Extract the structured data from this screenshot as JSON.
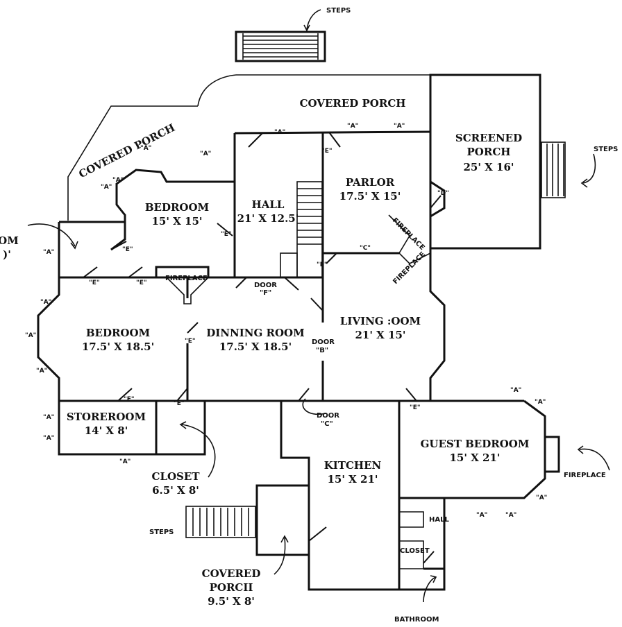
{
  "labels": {
    "steps_top": "STEPS",
    "steps_right": "STEPS",
    "steps_left": "STEPS",
    "covered_porch_top": "COVERED PORCH",
    "covered_porch_diag": "COVERED PORCH",
    "screened_porch_1": "SCREENED",
    "screened_porch_2": "PORCH",
    "screened_porch_dim": "25' X 16'",
    "parlor": "PARLOR",
    "parlor_dim": "17.5' X 15'",
    "hall": "HALL",
    "hall_dim": "21' X 12.5'",
    "bedroom1": "BEDROOM",
    "bedroom1_dim": "15' X 15'",
    "bedroom2": "BEDROOM",
    "bedroom2_dim": "17.5' X 18.5'",
    "dinning": "DINNING ROOM",
    "dinning_dim": "17.5' X 18.5'",
    "living": "LIVING :OOM",
    "living_dim": "21' X 15'",
    "storeroom": "STOREROOM",
    "storeroom_dim": "14' X 8'",
    "closet": "CLOSET",
    "closet_dim": "6.5' X 8'",
    "kitchen": "KITCHEN",
    "kitchen_dim": "15' X 21'",
    "guest": "GUEST BEDROOM",
    "guest_dim": "15' X 21'",
    "fireplace_right": "FIREPLACE",
    "covered_porch_small_1": "COVERED",
    "covered_porch_small_2": "PORCII",
    "covered_porch_small_dim": "9.5' X 8'",
    "bathroom": "BATHROOM",
    "door_f_1": "DOOR",
    "door_f_2": "\"F\"",
    "door_b_1": "DOOR",
    "door_b_2": "\"B\"",
    "door_c_1": "DOOR",
    "door_c_2": "\"C\"",
    "fireplace_small": "FIREPLACE",
    "fireplace_diag1": "FIREPLACE",
    "fireplace_diag2": "FIREPLACE",
    "hall_small": "HALL",
    "closet_small": "CLOSET",
    "room_partial_1": "OM",
    "room_partial_2": ")'"
  },
  "markers": {
    "a": "\"A\"",
    "e": "\"E\"",
    "c": "\"C\"",
    "d": "\"D\""
  }
}
